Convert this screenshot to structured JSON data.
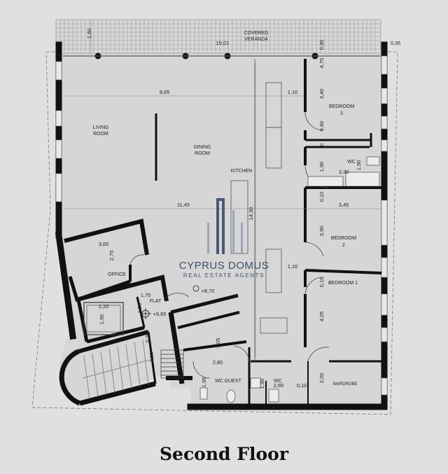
{
  "floor_title": "Second Floor",
  "watermark": {
    "brand": "CYPRUS DOMUS",
    "tagline": "REAL ESTATE AGENTS"
  },
  "rooms": {
    "veranda_line1": "COVERED",
    "veranda_line2": "VERANDA",
    "living_line1": "LIVING",
    "living_line2": "ROOM",
    "dining_line1": "DINING",
    "dining_line2": "ROOM",
    "kitchen": "KITCHEN",
    "bedroom3_line1": "BEDROOM",
    "bedroom3_line2": "3",
    "wc_upper": "WC",
    "bedroom2_line1": "BEDROOM",
    "bedroom2_line2": "2",
    "bedroom1": "BEDROOM 1",
    "office": "OFFICE",
    "flat": "FLAT",
    "wc_guest": "WC GUEST",
    "wc_lower": "WC",
    "wardrobe": "WARDROBE"
  },
  "dimensions": {
    "veranda_depth": "1,50",
    "veranda_width": "15,01",
    "veranda_right": "0,30",
    "edge_right": "0,35",
    "living_width": "9,65",
    "kitchen_w": "1,10",
    "bed3_top": "4,70",
    "bed3_h": "3,40",
    "bed3_small": "0,60",
    "wall_0": "0",
    "wc_h": "1,90",
    "wc_w": "3,30",
    "wc_side": "1,90",
    "wall_010a": "0,10",
    "bed2_w": "3,45",
    "total_width": "11,45",
    "kitchen_len": "14,30",
    "bed2_h": "3,90",
    "kitchen_w2": "1,10",
    "wall_010b": "0,10",
    "bed1_h": "4,05",
    "office_w": "3,65",
    "office_h": "2,75",
    "flat_w": "1,70",
    "lift_w": "2,20",
    "lift_h": "1,90",
    "lift_side": "1,90",
    "level": "+9,65",
    "level2": "+8,70",
    "stair_a": "0,30",
    "stair_b": "2,50",
    "corr_h": "1,05",
    "guest_w": "2,80",
    "guest_h": "1,95",
    "wc_lower_h": "1,90",
    "wc_lower_w": "2,65",
    "wall_010c": "0,10",
    "wardrobe_h": "2,00"
  }
}
